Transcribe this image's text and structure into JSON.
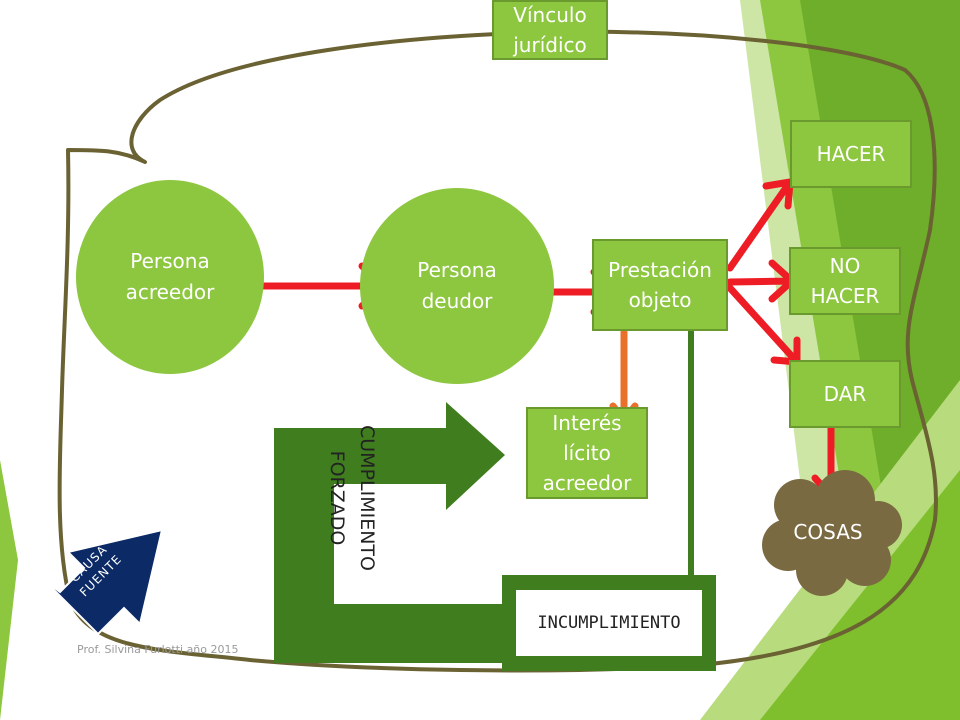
{
  "nodes": {
    "vinculo": "Vínculo\njurídico",
    "acreedor": "Persona\nacreedor",
    "deudor": "Persona\ndeudor",
    "prestacion": "Prestación\nobjeto",
    "hacer": "HACER",
    "no_hacer": "NO\nHACER",
    "dar": "DAR",
    "interes": "Interés\nlícito\nacreedor",
    "cosas": "COSAS",
    "incumplimiento": "INCUMPLIMIENTO",
    "cumplimiento_forzado": "CUMPLIMIENTO\nFORZADO",
    "causa_fuente": "CAUSA\nFUENTE"
  },
  "footer": "Prof. Silvina Furlotti año 2015",
  "colors": {
    "node_green": "#8dc63f",
    "dark_green": "#3f7d1f",
    "arrow_red": "#ee1c24",
    "arrow_orange": "#e8702a",
    "outline_brown": "#6b6234",
    "navy": "#0b2a66",
    "cloud": "#7a6a42"
  }
}
